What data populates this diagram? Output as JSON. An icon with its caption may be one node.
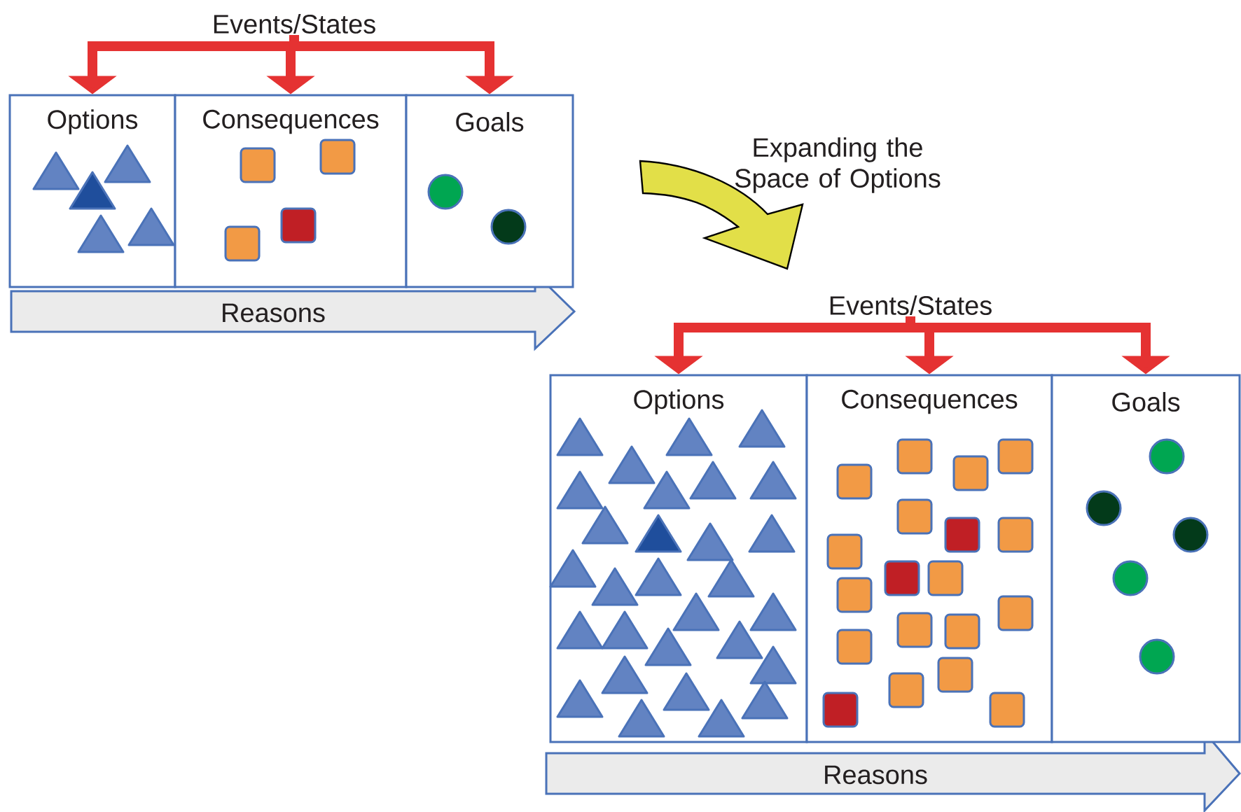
{
  "diagram": {
    "nodes": [
      {
        "text": [
          "Options"
        ]
      },
      {
        "text": [
          "Consequences"
        ]
      },
      {
        "text": [
          "Goals"
        ]
      },
      {
        "text": [
          "Reasons"
        ]
      },
      {
        "text": [
          "Options"
        ]
      },
      {
        "text": [
          "Consequences"
        ]
      },
      {
        "text": [
          "Goals"
        ]
      },
      {
        "text": [
          "Reasons"
        ]
      },
      {
        "text": [
          "Events/States"
        ]
      },
      {
        "text": [
          "Events/States"
        ]
      }
    ],
    "edges": [
      {
        "from": 8,
        "to": 0,
        "arrow": "to"
      },
      {
        "from": 8,
        "to": 1,
        "arrow": "to"
      },
      {
        "from": 8,
        "to": 2,
        "arrow": "to"
      },
      {
        "from": 9,
        "to": 4,
        "arrow": "to"
      },
      {
        "from": 9,
        "to": 5,
        "arrow": "to"
      },
      {
        "from": 9,
        "to": 6,
        "arrow": "to"
      }
    ],
    "labels": [
      "Expanding the Space of Options"
    ]
  }
}
